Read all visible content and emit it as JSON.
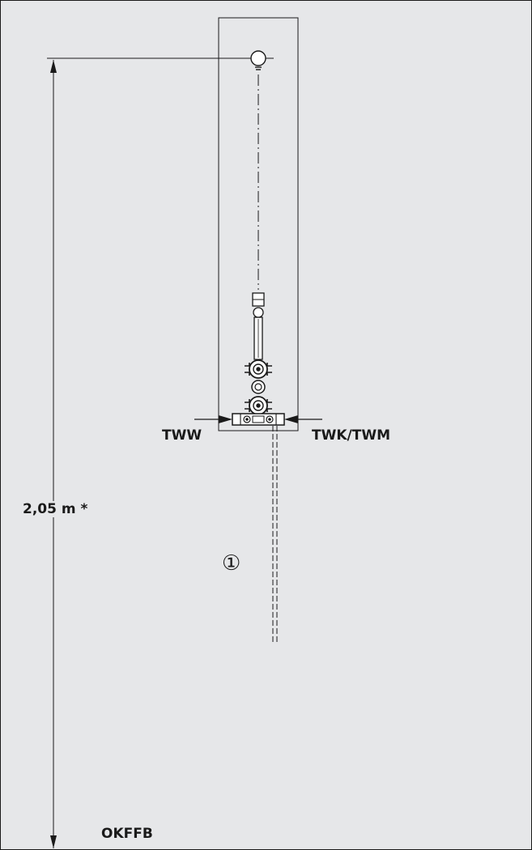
{
  "labels": {
    "warm_water": "TWW",
    "cold_water": "TWK/TWM",
    "height": "2,05 m *",
    "floor_reference": "OKFFB",
    "marker": "①"
  },
  "colors": {
    "background": "#e6e7e9",
    "line": "#1a1a1a"
  }
}
